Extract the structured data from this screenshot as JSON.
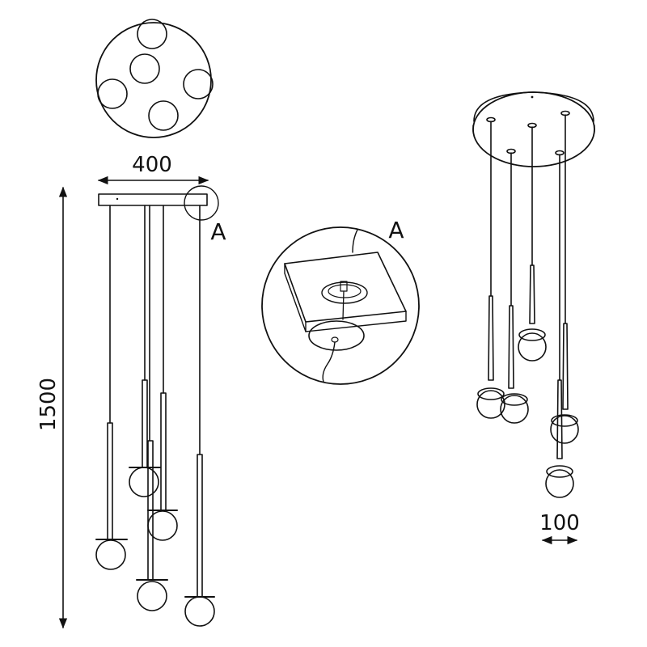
{
  "dimensions": {
    "width_label": "400",
    "height_label": "1500",
    "globe_label": "100"
  },
  "callouts": {
    "detail_marker": "A",
    "detail_title": "A"
  },
  "colors": {
    "line": "#111111",
    "background": "#ffffff"
  }
}
